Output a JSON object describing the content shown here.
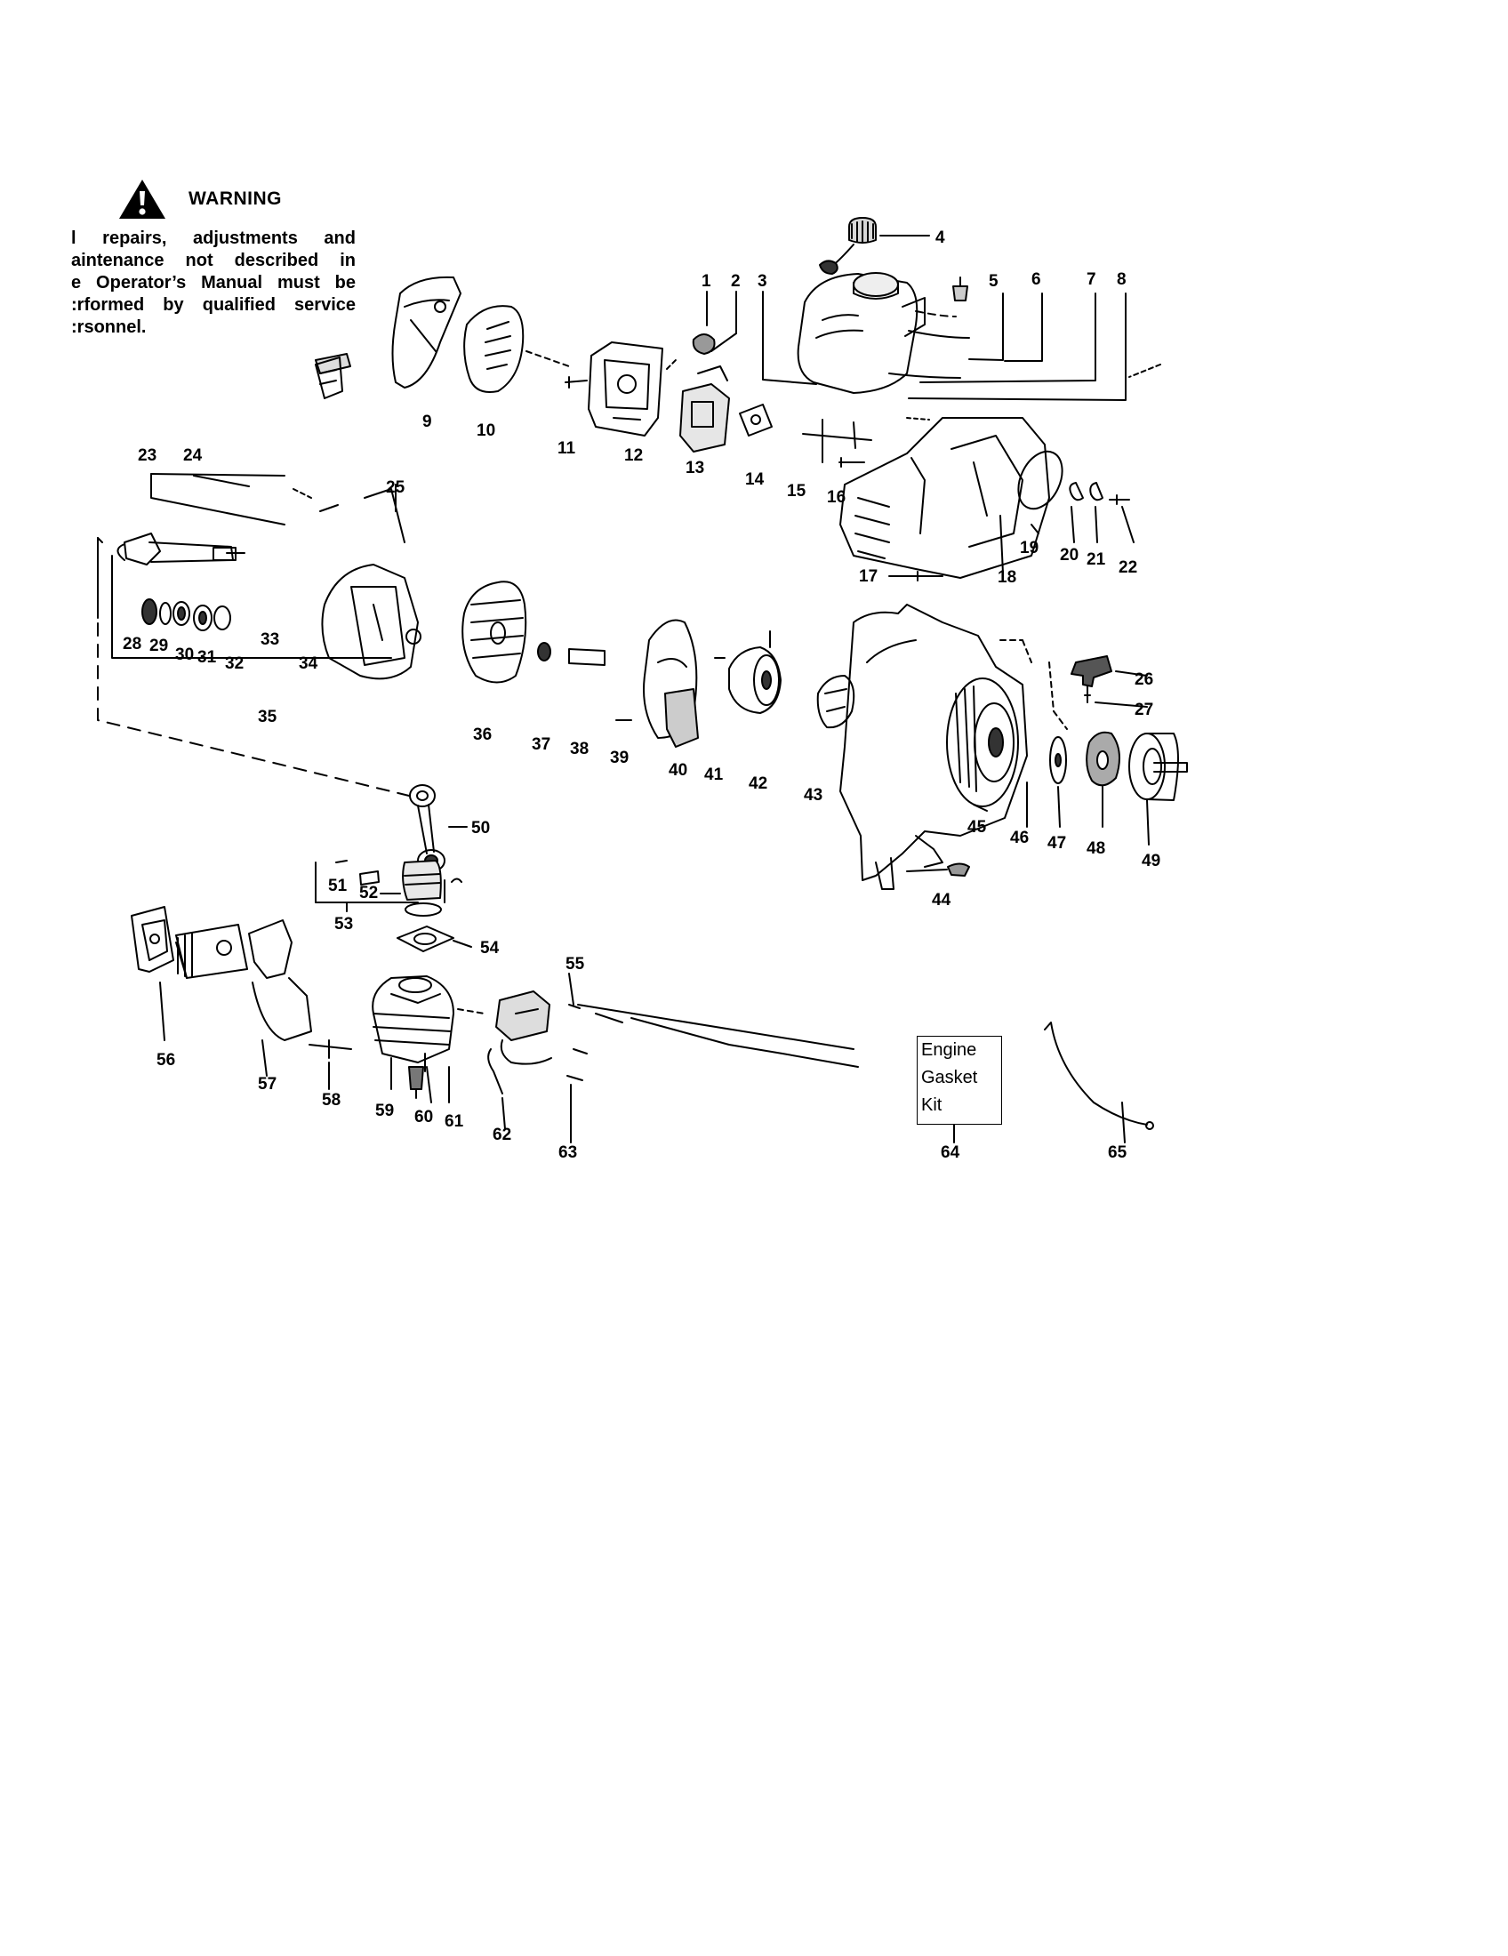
{
  "warning": {
    "title": "WARNING",
    "lines": [
      "l repairs, adjustments and",
      "aintenance not described in",
      "e Operator’s Manual must be",
      ":rformed by qualified service",
      ":rsonnel."
    ],
    "icon": "warning-triangle-icon"
  },
  "kit": {
    "lines": [
      "Engine",
      "Gasket",
      "Kit"
    ]
  },
  "callouts": [
    "1",
    "2",
    "3",
    "4",
    "5",
    "6",
    "7",
    "8",
    "9",
    "10",
    "11",
    "12",
    "13",
    "14",
    "15",
    "16",
    "17",
    "18",
    "19",
    "20",
    "21",
    "22",
    "23",
    "24",
    "25",
    "26",
    "27",
    "28",
    "29",
    "30",
    "31",
    "32",
    "33",
    "34",
    "35",
    "36",
    "37",
    "38",
    "39",
    "40",
    "41",
    "42",
    "43",
    "44",
    "45",
    "46",
    "47",
    "48",
    "49",
    "50",
    "51",
    "52",
    "53",
    "54",
    "55",
    "56",
    "57",
    "58",
    "59",
    "60",
    "61",
    "62",
    "63",
    "64",
    "65"
  ]
}
